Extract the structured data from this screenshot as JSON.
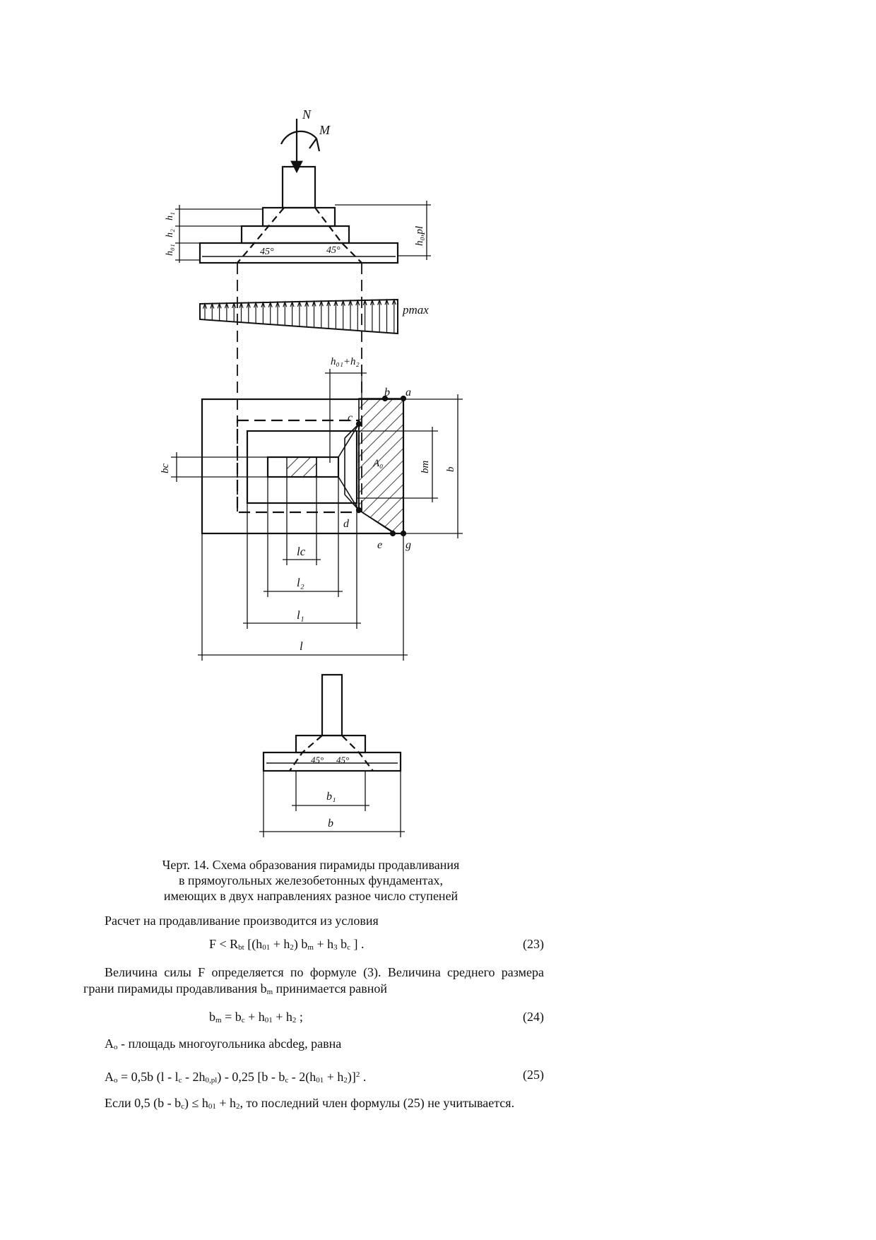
{
  "figure": {
    "labels": {
      "N": "N",
      "M": "M",
      "h1": "h₁",
      "h2": "h₂",
      "h01": "h₀₁",
      "h0pl": "h₀,pl",
      "angle": "45°",
      "pmax": "pmax",
      "h01h2": "h₀₁+h₂",
      "a": "a",
      "b": "b",
      "c": "c",
      "d": "d",
      "e": "e",
      "g": "g",
      "A0": "A₀",
      "bc": "bc",
      "bm": "bm",
      "bdim": "b",
      "lc": "lc",
      "l2": "l₂",
      "l1": "l₁",
      "l": "l",
      "b1": "b₁"
    }
  },
  "caption": {
    "line1": "Черт. 14. Схема образования пирамиды продавливания",
    "line2": "в прямоугольных железобетонных фундаментах,",
    "line3": "имеющих в двух направлениях разное число ступеней"
  },
  "text": {
    "p1": "Расчет на продавливание производится из условия",
    "f23": {
      "F": "F < R",
      "bt": "bt",
      "a": " [(h",
      "s01": "01",
      "b": " + h",
      "s2": "2",
      "c": ") b",
      "m": "m",
      "d": " + h",
      "s3": "3",
      "e": " b",
      "cc": "c",
      "f": " ] .",
      "num": "(23)"
    },
    "p2a": "Величина силы F определяется по формуле (3). Величина среднего размера грани пирамиды продавливания b",
    "p2m": "m",
    "p2b": " принимается равной",
    "f24": {
      "a": "b",
      "m": "m",
      "b": " = b",
      "c": "c",
      "d": " + h",
      "s01": "01",
      "e": " + h",
      "s2": "2",
      "f": " ;",
      "num": "(24)"
    },
    "p3a": "A",
    "p3o": "o",
    "p3b": " - площадь многоугольника abcdeg, равна",
    "f25": {
      "a": "A",
      "o": "o",
      "b": " = 0,5b (l - l",
      "c": "c",
      "d": " - 2h",
      "opl": "0,pl",
      "e": ") - 0,25 [b - b",
      "c2": "c",
      "f": " - 2(h",
      "s01": "01",
      "g": " + h",
      "s2": "2",
      "h": ")]",
      "sq": "2",
      "i": " .",
      "num": "(25)"
    },
    "p4a": "Если 0,5 (b - b",
    "p4c": "c",
    "p4b": ") ≤ h",
    "p4s01": "01",
    "p4d": " + h",
    "p4s2": "2",
    "p4e": ", то последний член формулы (25) не учитывается."
  }
}
